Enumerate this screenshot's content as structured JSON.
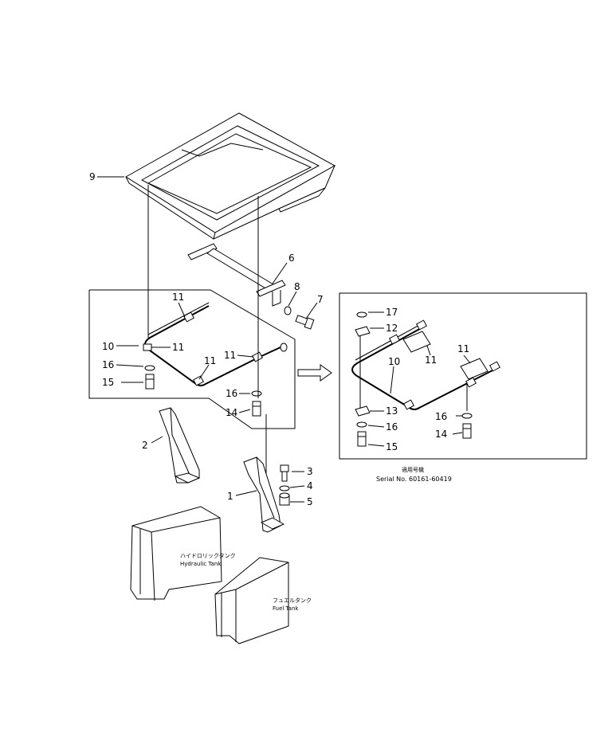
{
  "callouts": {
    "c1": "1",
    "c2": "2",
    "c3": "3",
    "c4": "4",
    "c5": "5",
    "c6": "6",
    "c7": "7",
    "c8": "8",
    "c9": "9",
    "c10": "10",
    "c11a": "11",
    "c11b": "11",
    "c11c": "11",
    "c11d": "11",
    "c14": "14",
    "c15": "15",
    "c16a": "16",
    "c16b": "16",
    "d10": "10",
    "d11a": "11",
    "d11b": "11",
    "d12": "12",
    "d13": "13",
    "d14": "14",
    "d15": "15",
    "d16a": "16",
    "d16b": "16",
    "d17": "17"
  },
  "labels": {
    "hydraulic_jp": "ハイドロリックタンク",
    "hydraulic_en": "Hydraulic Tank",
    "fuel_jp": "フュエルタンク",
    "fuel_en": "Fuel Tank",
    "serial_jp": "適用号機",
    "serial_en": "Serial No. 60161-60419"
  },
  "colors": {
    "line": "#000000",
    "background": "#ffffff"
  }
}
